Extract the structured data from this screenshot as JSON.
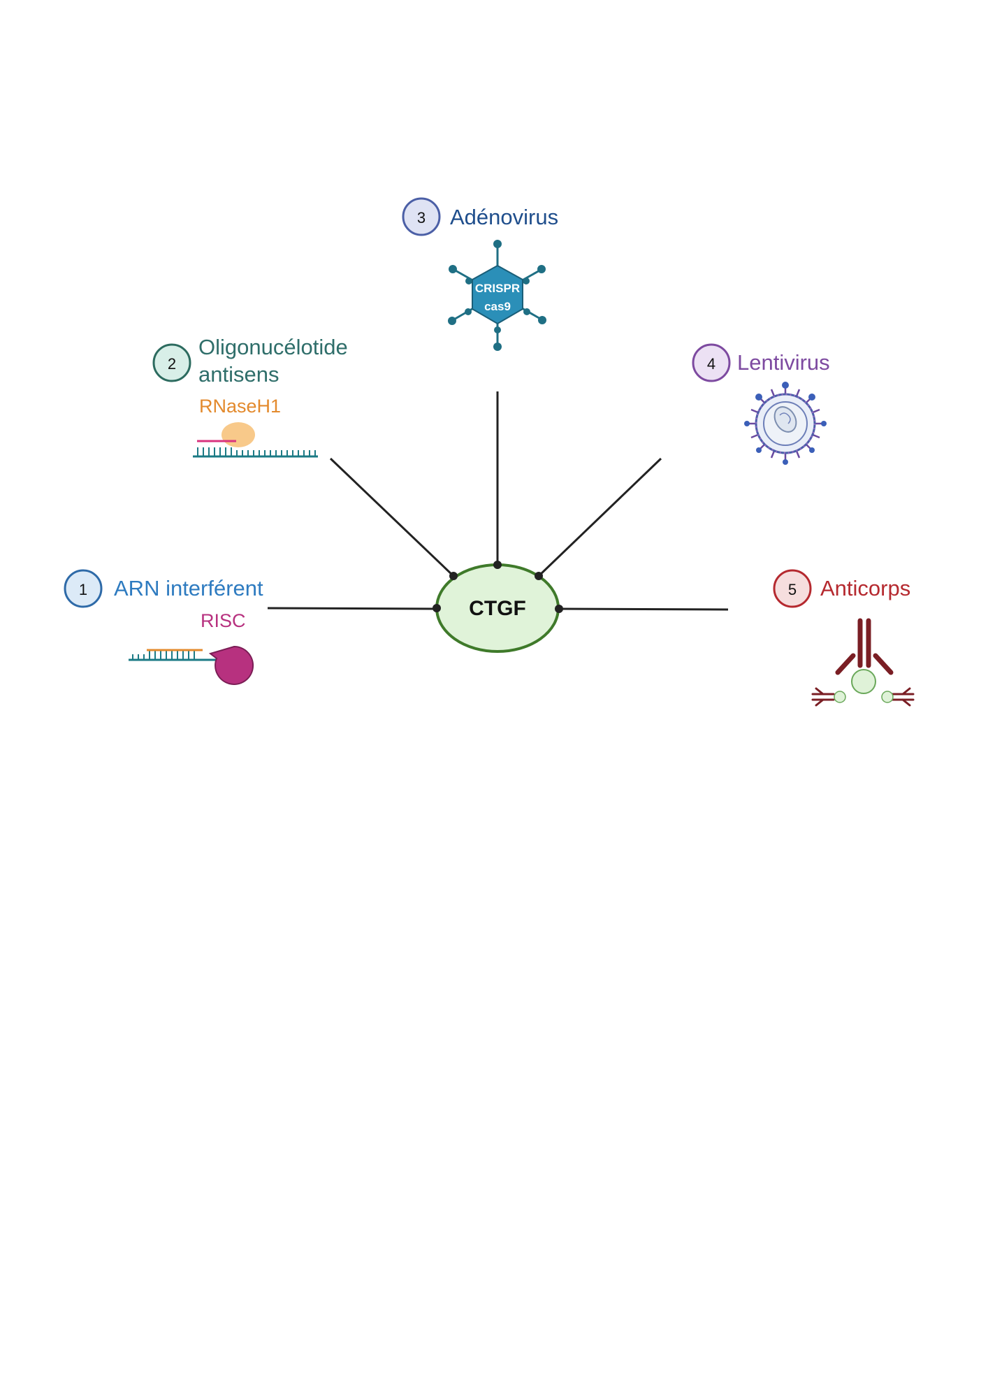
{
  "center": {
    "label": "CTGF"
  },
  "approaches": [
    {
      "number": "1",
      "label": "ARN interférent",
      "sublabel": "RISC"
    },
    {
      "number": "2",
      "label_line1": "Oligonucélotide",
      "label_line2": "antisens",
      "sublabel": "RNaseH1"
    },
    {
      "number": "3",
      "label": "Adénovirus",
      "capsid_line1": "CRISPR",
      "capsid_line2": "cas9"
    },
    {
      "number": "4",
      "label": "Lentivirus"
    },
    {
      "number": "5",
      "label": "Anticorps"
    }
  ],
  "icons": [
    "rna-duplex-risc-icon",
    "rna-dna-hybrid-rnaseh1-icon",
    "adenovirus-icon",
    "lentivirus-icon",
    "antibody-icon"
  ],
  "colors": {
    "arn": "#2e7bc0",
    "oligo": "#2f6e6a",
    "adeno": "#1f4e8c",
    "lenti": "#7d4aa0",
    "anticorps": "#b5292f",
    "risc": "#b7317f",
    "rnaseh1": "#e38a2d",
    "center_fill": "#e0f3d9",
    "center_stroke": "#3f7a2a"
  }
}
